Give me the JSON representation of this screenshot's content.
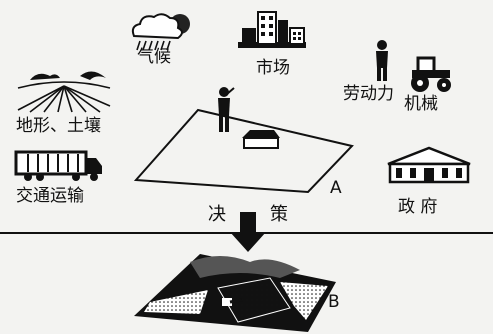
{
  "labels": {
    "climate": "气候",
    "market": "市场",
    "labor": "劳动力",
    "machinery": "机械",
    "terrain_soil": "地形、土壤",
    "transport": "交通运输",
    "government": "政 府",
    "decision_left": "决",
    "decision_right": "策",
    "land_a": "A",
    "land_b": "B"
  },
  "icons": [
    "cloud-rain-sun-icon",
    "city-buildings-icon",
    "person-icon",
    "tractor-icon",
    "fields-icon",
    "truck-icon",
    "government-building-icon",
    "farmer-icon",
    "farmhouse-icon",
    "down-arrow-icon"
  ]
}
